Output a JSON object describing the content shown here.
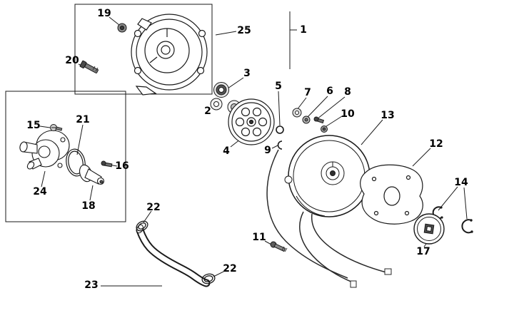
{
  "diagram": {
    "background": "#ffffff",
    "line_color": "#1a1a1a",
    "callouts": {
      "c1": "1",
      "c2": "2",
      "c3": "3",
      "c4": "4",
      "c5": "5",
      "c6": "6",
      "c7": "7",
      "c8": "8",
      "c9": "9",
      "c10": "10",
      "c11": "11",
      "c12": "12",
      "c13": "13",
      "c14": "14",
      "c15": "15",
      "c16": "16",
      "c17": "17",
      "c18": "18",
      "c19": "19",
      "c20": "20",
      "c21": "21",
      "c22": "22",
      "c23": "23",
      "c24": "24",
      "c25": "25"
    }
  }
}
